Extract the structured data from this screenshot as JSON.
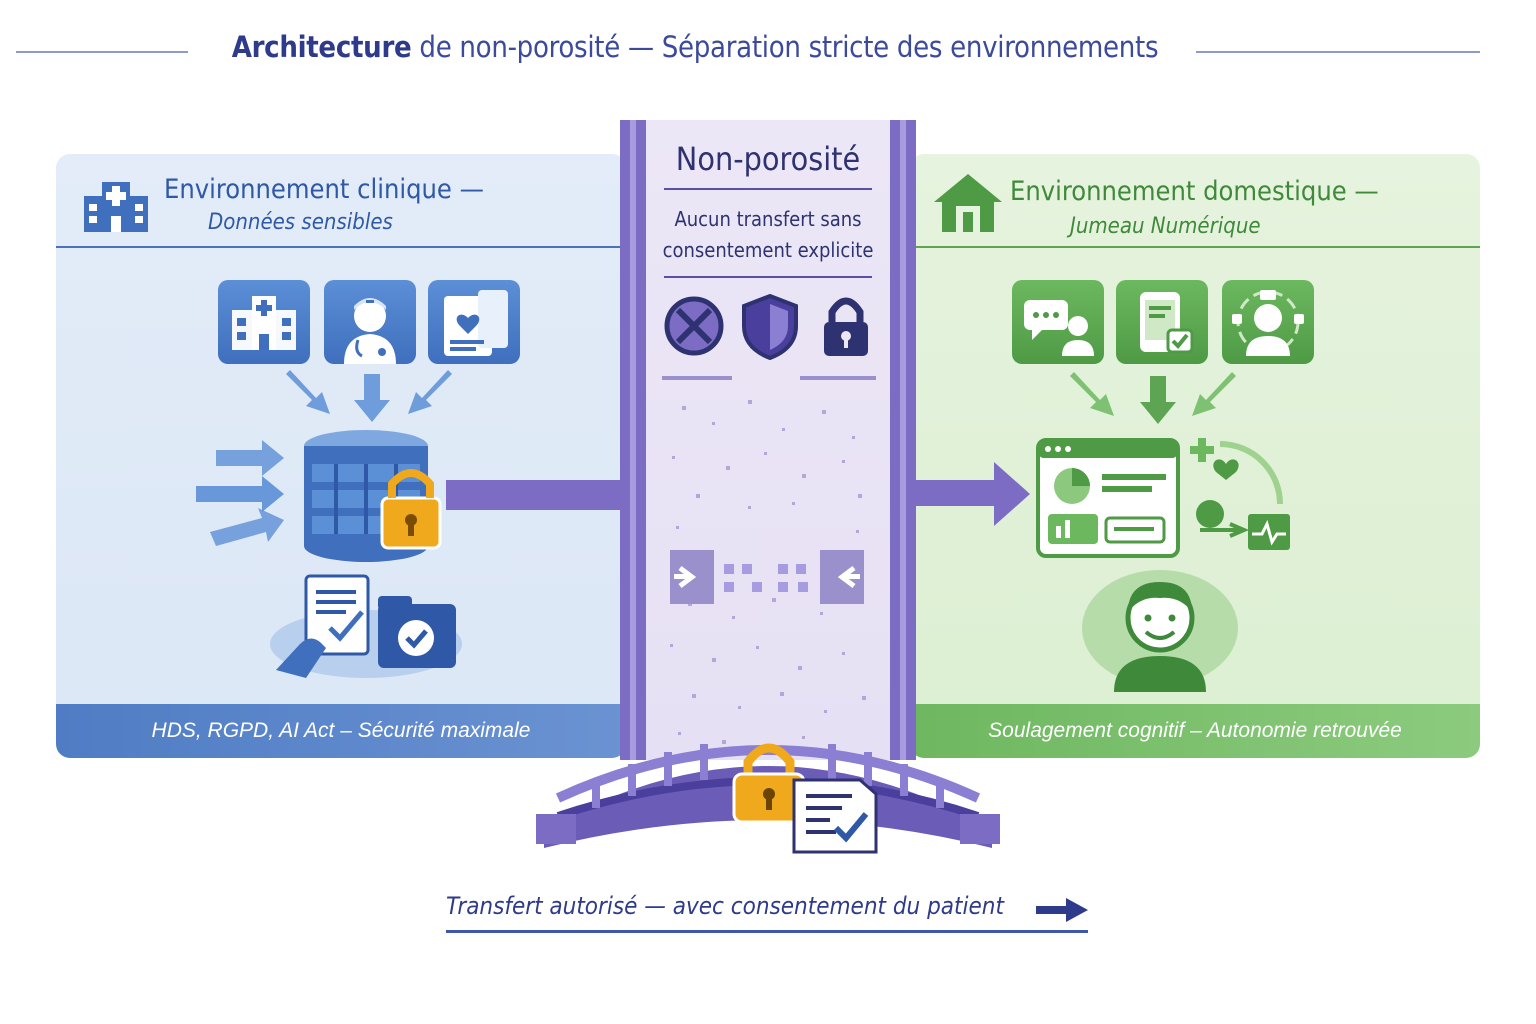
{
  "title": {
    "bold": "Architecture",
    "rest": "de non-porosité — Séparation stricte des environnements"
  },
  "clinic": {
    "title": "Environnement clinique —",
    "subtitle": "Données sensibles",
    "footer": "HDS, RGPD, AI Act – Sécurité maximale"
  },
  "barrier": {
    "title": "Non-porosité",
    "line1": "Aucun transfert sans",
    "line2": "consentement explicite"
  },
  "home": {
    "title": "Environnement domestique —",
    "subtitle": "Jumeau Numérique",
    "footer": "Soulagement cognitif – Autonomie retrouvée"
  },
  "bridge": {
    "caption": "Transfert autorisé — avec consentement du patient"
  },
  "colors": {
    "clinic": "#4a72b8",
    "home": "#5da552",
    "barrier": "#7c6cc4",
    "lock": "#f0a81c"
  }
}
